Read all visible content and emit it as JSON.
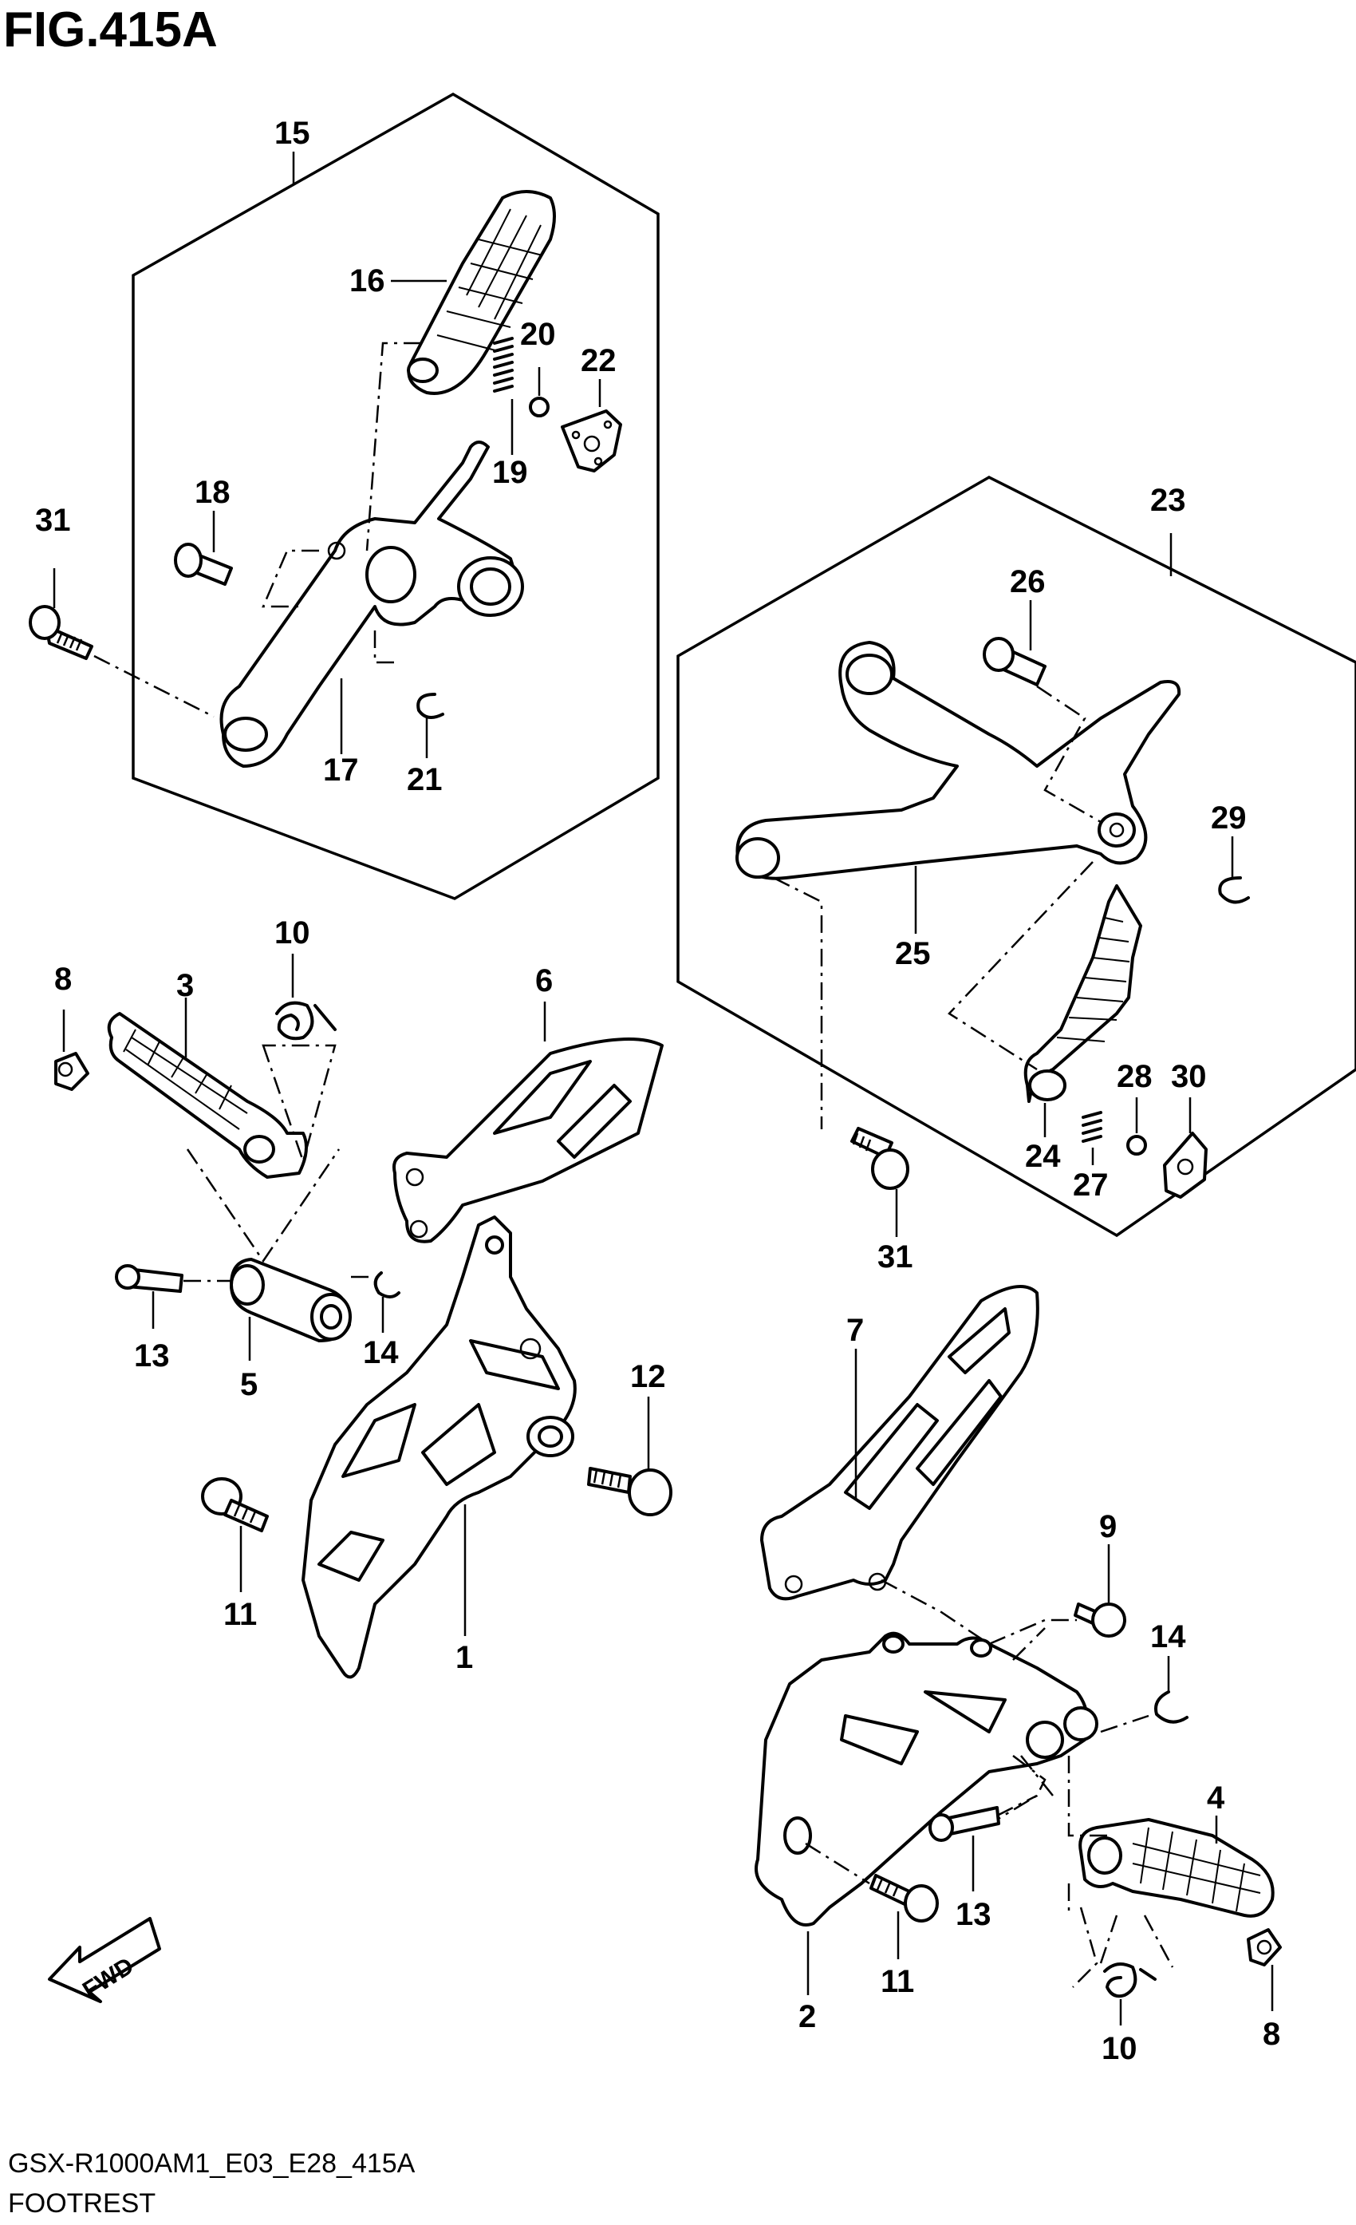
{
  "figure": {
    "title": "FIG.415A",
    "model_code": "GSX-R1000AM1_E03_E28_415A",
    "section_name": "FOOTREST",
    "direction_label": "FWD"
  },
  "callouts": [
    {
      "id": "c15",
      "number": "15"
    },
    {
      "id": "c16",
      "number": "16"
    },
    {
      "id": "c20",
      "number": "20"
    },
    {
      "id": "c22",
      "number": "22"
    },
    {
      "id": "c19",
      "number": "19"
    },
    {
      "id": "c18",
      "number": "18"
    },
    {
      "id": "c31a",
      "number": "31"
    },
    {
      "id": "c17",
      "number": "17"
    },
    {
      "id": "c21",
      "number": "21"
    },
    {
      "id": "c23",
      "number": "23"
    },
    {
      "id": "c26",
      "number": "26"
    },
    {
      "id": "c29",
      "number": "29"
    },
    {
      "id": "c25",
      "number": "25"
    },
    {
      "id": "c28",
      "number": "28"
    },
    {
      "id": "c30",
      "number": "30"
    },
    {
      "id": "c24",
      "number": "24"
    },
    {
      "id": "c27",
      "number": "27"
    },
    {
      "id": "c31b",
      "number": "31"
    },
    {
      "id": "c10a",
      "number": "10"
    },
    {
      "id": "c8a",
      "number": "8"
    },
    {
      "id": "c3",
      "number": "3"
    },
    {
      "id": "c6",
      "number": "6"
    },
    {
      "id": "c13a",
      "number": "13"
    },
    {
      "id": "c5",
      "number": "5"
    },
    {
      "id": "c14a",
      "number": "14"
    },
    {
      "id": "c12",
      "number": "12"
    },
    {
      "id": "c11a",
      "number": "11"
    },
    {
      "id": "c1",
      "number": "1"
    },
    {
      "id": "c7",
      "number": "7"
    },
    {
      "id": "c9",
      "number": "9"
    },
    {
      "id": "c14b",
      "number": "14"
    },
    {
      "id": "c4",
      "number": "4"
    },
    {
      "id": "c13b",
      "number": "13"
    },
    {
      "id": "c11b",
      "number": "11"
    },
    {
      "id": "c2",
      "number": "2"
    },
    {
      "id": "c10b",
      "number": "10"
    },
    {
      "id": "c8b",
      "number": "8"
    }
  ]
}
